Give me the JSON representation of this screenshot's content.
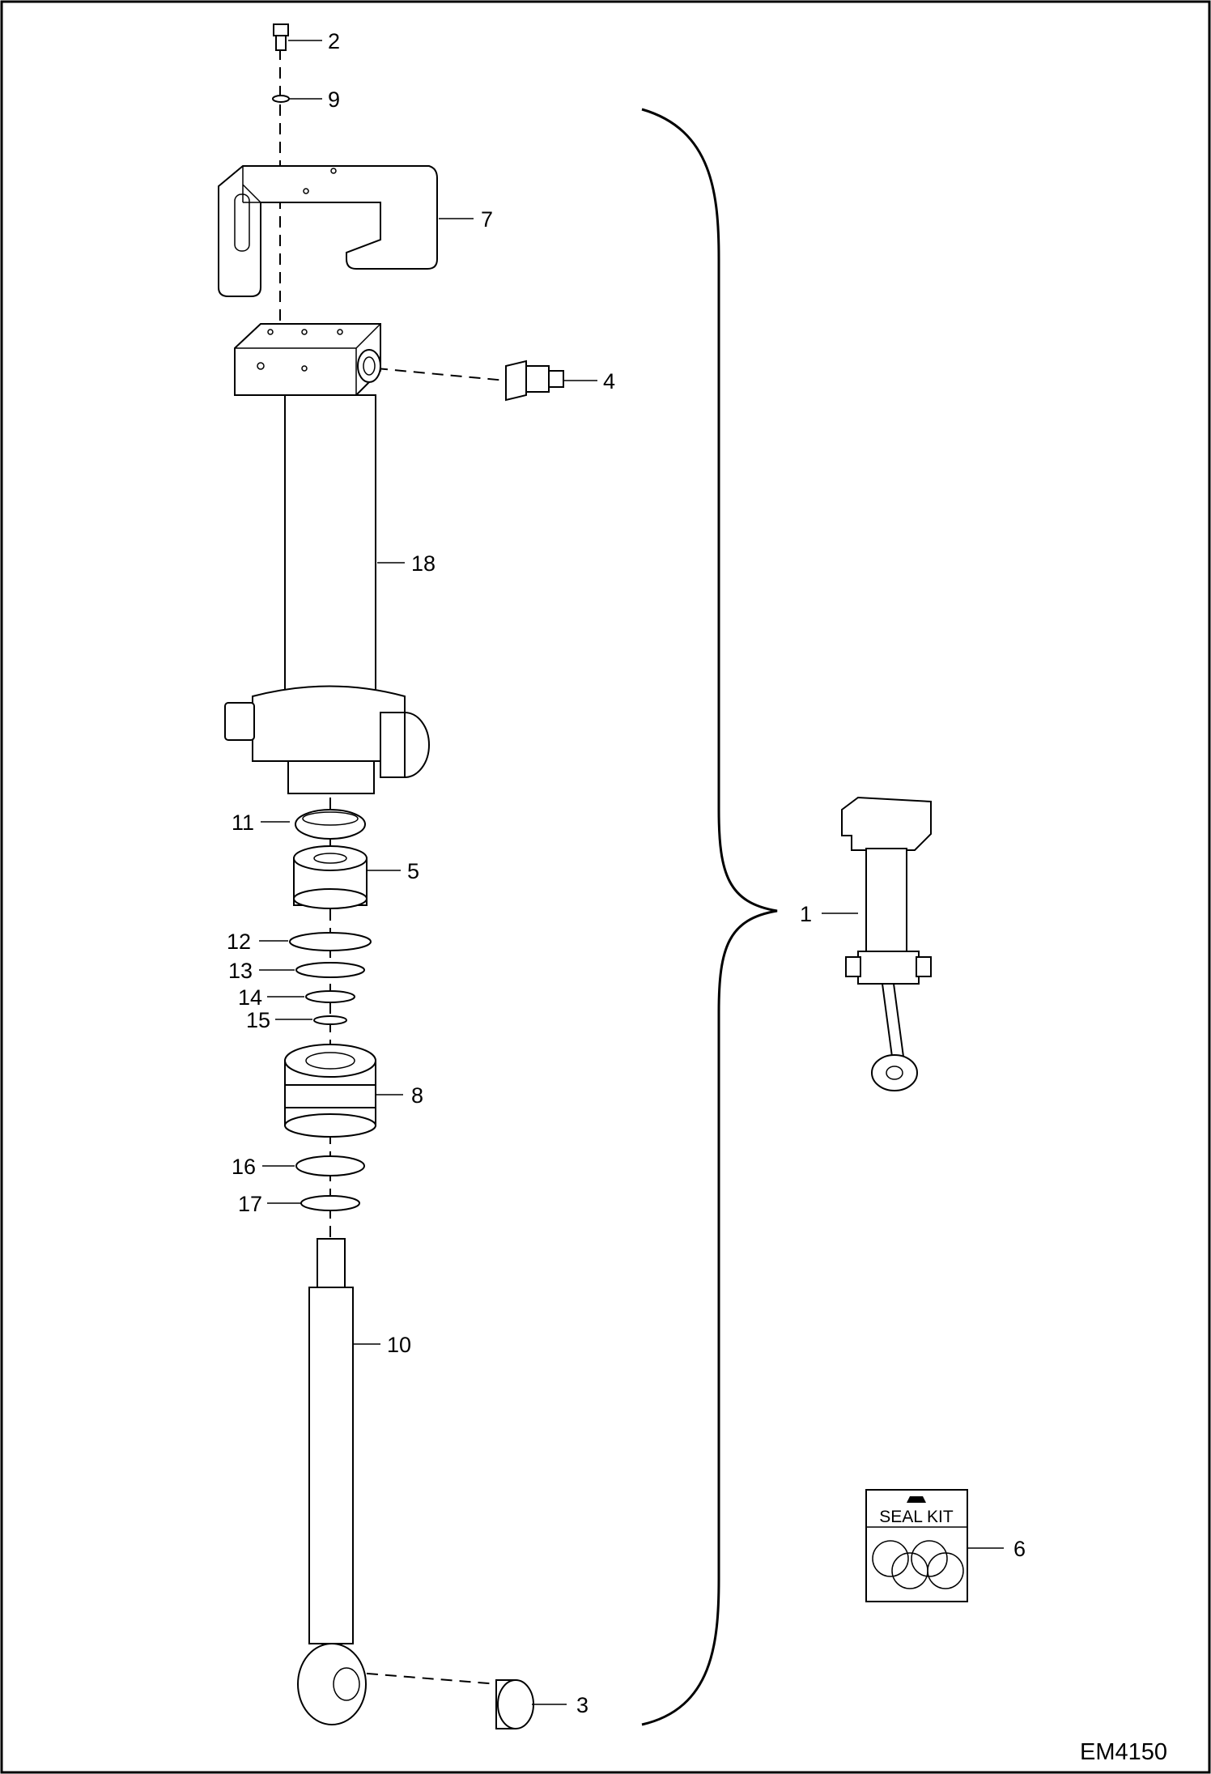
{
  "diagram": {
    "drawing_code": "EM4150",
    "seal_kit_label": "SEAL KIT",
    "callouts": [
      "1",
      "2",
      "3",
      "4",
      "5",
      "6",
      "7",
      "8",
      "9",
      "10",
      "11",
      "12",
      "13",
      "14",
      "15",
      "16",
      "17",
      "18"
    ]
  }
}
